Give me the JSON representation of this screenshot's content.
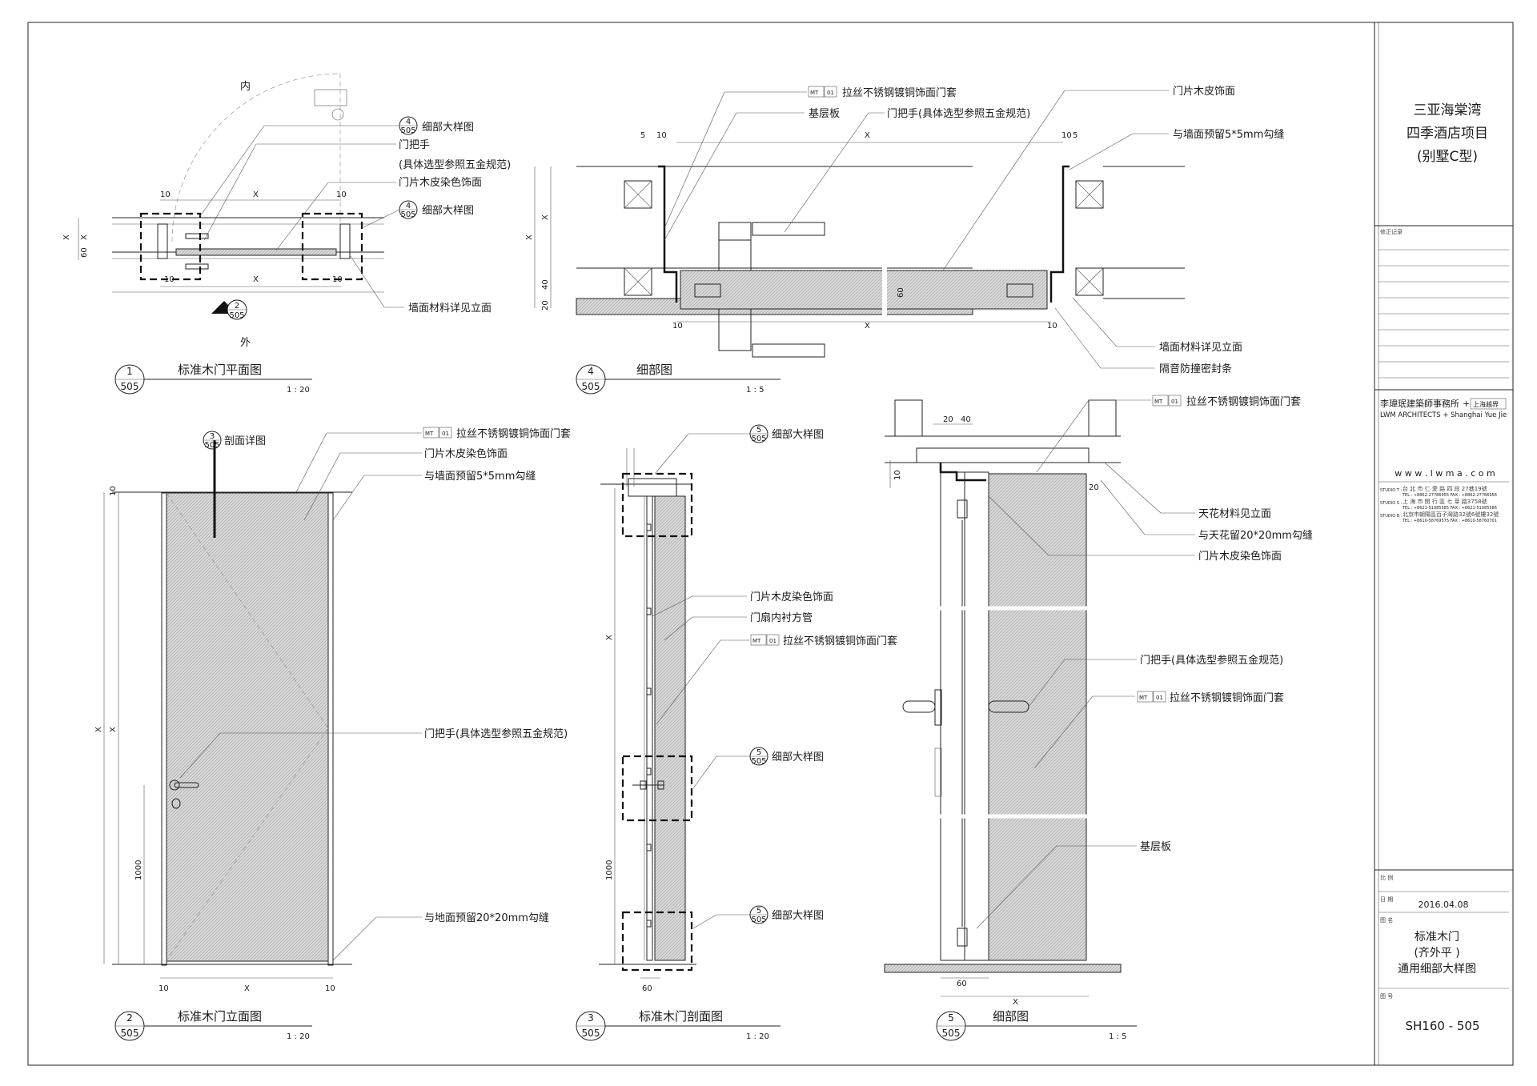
{
  "title_block": {
    "project_line1": "三亚海棠湾",
    "project_line2": "四季酒店项目",
    "project_line3": "(别墅C型)",
    "revision_label": "修正记录",
    "firm_cn": "李瑋珉建築師事務所",
    "firm_plus": "+",
    "firm_partner": "上海越界",
    "firm_en": "LWM  ARCHITECTS  +  Shanghai Yue Jie",
    "website": "w w w . l w m a . c o m",
    "studio1_label": "STUDIO T :",
    "studio1_addr": "台 北 市 仁 愛 路 四 段 27巷19號",
    "studio1_tel": "TEL : +8862-27786955   FAX : +8862-27786956",
    "studio2_label": "STUDIO S :",
    "studio2_addr": "上 海 市 閔 行 區 七 莘 路3758號",
    "studio2_tel": "TEL : +8621-51085585   FAX : +8621-51085586",
    "studio3_label": "STUDIO B :",
    "studio3_addr": "北京市朝陽區百子灣路32號6號樓32號",
    "studio3_tel": "TEL : +8610-58769575   FAX : +8610-58760701",
    "scale_label": "比  例",
    "date_label": "日  期",
    "date_value": "2016.04.08",
    "name_label": "图  名",
    "name_line1": "标准木门",
    "name_line2": "(齐外平 )",
    "name_line3": "通用细部大样图",
    "number_label": "图  号",
    "number_value": "SH160 - 505"
  },
  "views": {
    "v1": {
      "num": "1",
      "sheet": "505",
      "title": "标准木门平面图",
      "scale": "1 : 20"
    },
    "v2": {
      "num": "2",
      "sheet": "505",
      "title": "标准木门立面图",
      "scale": "1 : 20"
    },
    "v3": {
      "num": "3",
      "sheet": "505",
      "title": "标准木门剖面图",
      "scale": "1 : 20"
    },
    "v4": {
      "num": "4",
      "sheet": "505",
      "title": "细部图",
      "scale": "1 : 5"
    },
    "v5": {
      "num": "5",
      "sheet": "505",
      "title": "细部图",
      "scale": "1 : 5"
    }
  },
  "refs": {
    "r4": "4",
    "r5": "5",
    "r3": "3",
    "r2": "2",
    "sheet": "505"
  },
  "labels": {
    "inside": "内",
    "outside": "外",
    "detail_large": "细部大样图",
    "section_detail": "剖面详图",
    "handle": "门把手",
    "handle_note": "(具体选型参照五金规范)",
    "handle_full": "门把手(具体选型参照五金规范)",
    "veneer_stain": "门片木皮染色饰面",
    "veneer": "门片木皮饰面",
    "wall_material": "墙面材料详见立面",
    "mt_tag": "MT",
    "mt_num": "01",
    "frame": "拉丝不锈钢镀铜饰面门套",
    "substrate": "基层板",
    "gap_wall": "与墙面预留5*5mm勾缝",
    "seal": "隔音防撞密封条",
    "gap_floor": "与地面预留20*20mm勾缝",
    "tube": "门扇内衬方管",
    "ceiling_material": "天花材料见立面",
    "gap_ceiling": "与天花留20*20mm勾缝"
  },
  "dims": {
    "x": "X",
    "d10": "10",
    "d5": "5",
    "d20": "20",
    "d40": "40",
    "d60": "60",
    "d1000": "1000"
  }
}
